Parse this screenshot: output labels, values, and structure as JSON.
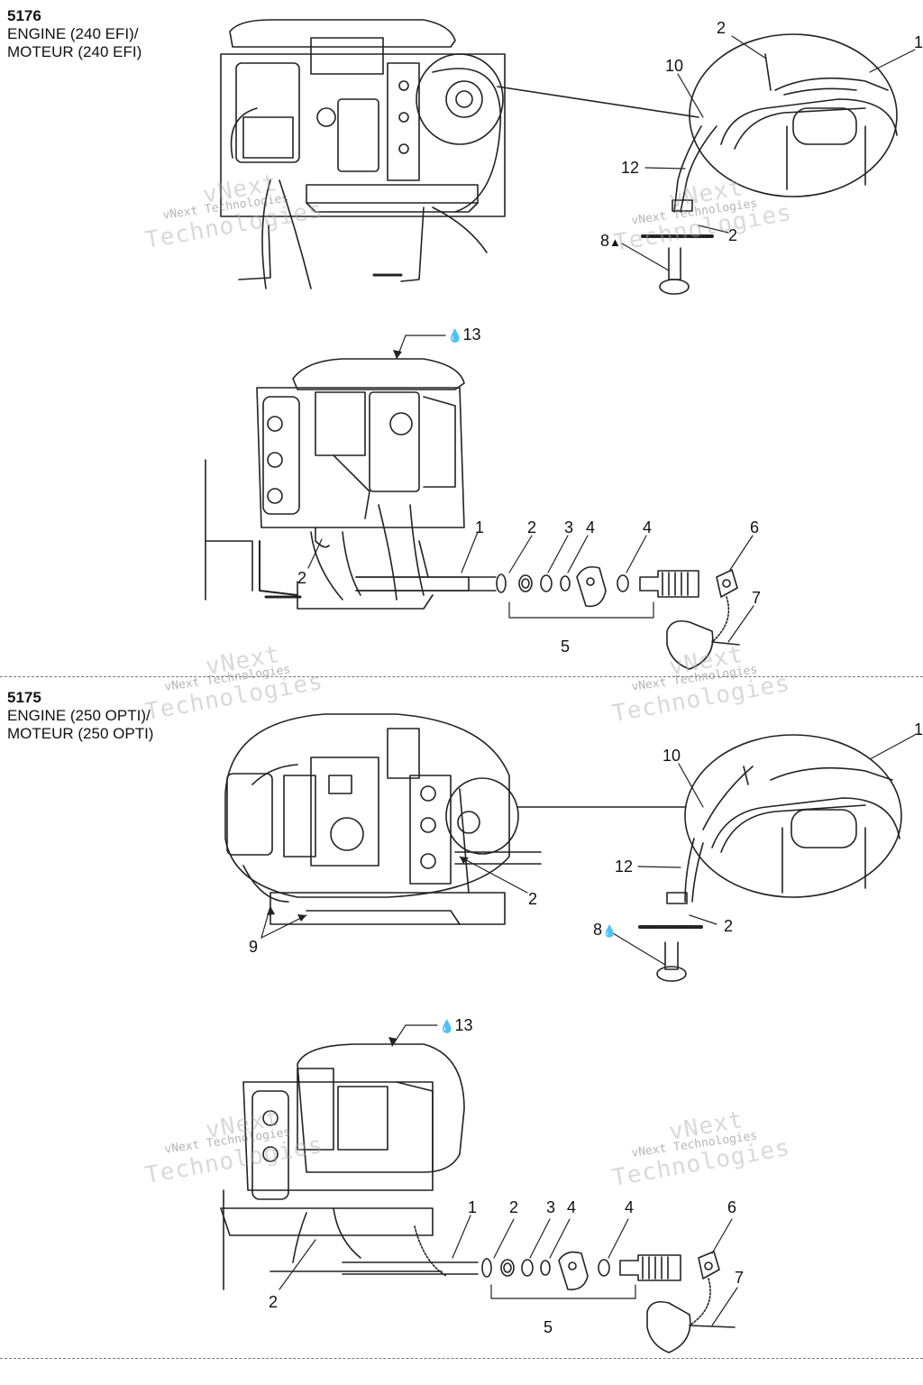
{
  "panels": [
    {
      "code": "5176",
      "line1": "ENGINE (240 EFI)/",
      "line2": "MOTEUR (240 EFI)"
    },
    {
      "code": "5175",
      "line1": "ENGINE (250 OPTI)/",
      "line2": "MOTEUR (250 OPTI)"
    }
  ],
  "callouts": {
    "p1": {
      "c2": "2",
      "c1": "1",
      "c10": "10",
      "c12": "12",
      "c8": "8",
      "c2b": "2"
    },
    "p2": {
      "c13": "13",
      "c1": "1",
      "c2": "2",
      "c3": "3",
      "c4": "4",
      "c4b": "4",
      "c6": "6",
      "c7": "7",
      "c5": "5",
      "c2b": "2"
    },
    "p3": {
      "c1": "1",
      "c10": "10",
      "c12": "12",
      "c2": "2",
      "c2b": "2",
      "c9": "9",
      "c8": "8"
    },
    "p4": {
      "c13": "13",
      "c1": "1",
      "c2": "2",
      "c3": "3",
      "c4": "4",
      "c4b": "4",
      "c6": "6",
      "c7": "7",
      "c5": "5",
      "c2b": "2"
    }
  },
  "watermark": {
    "line1": "vNext",
    "line2": "Technologies",
    "full": "vNext Technologies"
  },
  "icons": {
    "drop": "fluid-drop-icon",
    "arrow": "lubricant-arrow-icon"
  }
}
